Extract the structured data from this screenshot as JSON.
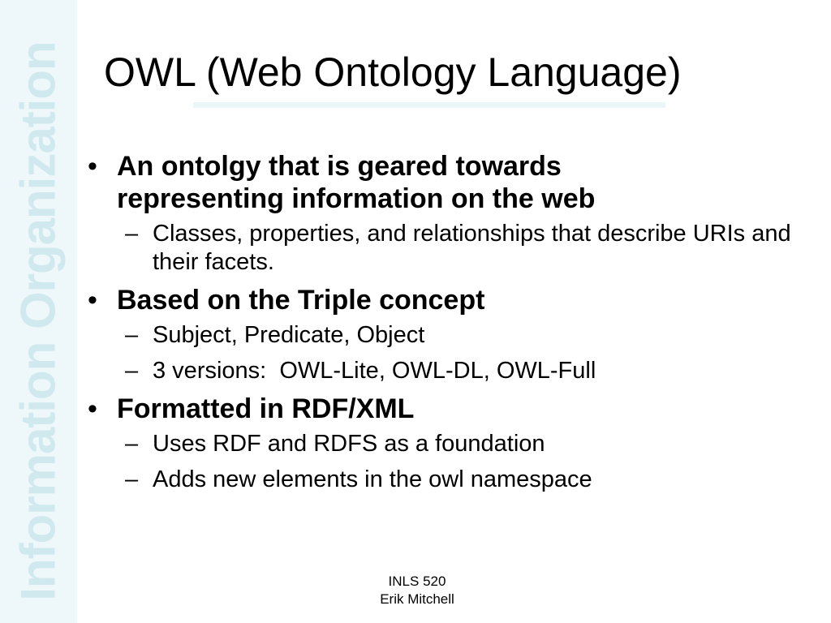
{
  "sidebar": {
    "label": "Information Organization"
  },
  "title": "OWL (Web Ontology Language)",
  "bullets": [
    {
      "text": "An ontolgy that is geared towards representing information on the web",
      "subs": [
        "Classes, properties, and relationships that describe URIs and their facets."
      ]
    },
    {
      "text": "Based on the Triple concept",
      "subs": [
        "Subject, Predicate, Object",
        "3 versions:  OWL-Lite, OWL-DL, OWL-Full"
      ]
    },
    {
      "text": "Formatted in RDF/XML",
      "subs": [
        "Uses RDF and RDFS as a foundation",
        "Adds new elements in the owl namespace"
      ]
    }
  ],
  "markers": {
    "bullet": "•",
    "dash": "–"
  },
  "footer": {
    "course": "INLS 520",
    "author": "Erik Mitchell"
  },
  "colors": {
    "sidebar_bg": "#eef7f9",
    "sidebar_text": "#cfe9ee",
    "title_rule": "#eaf6f8"
  }
}
